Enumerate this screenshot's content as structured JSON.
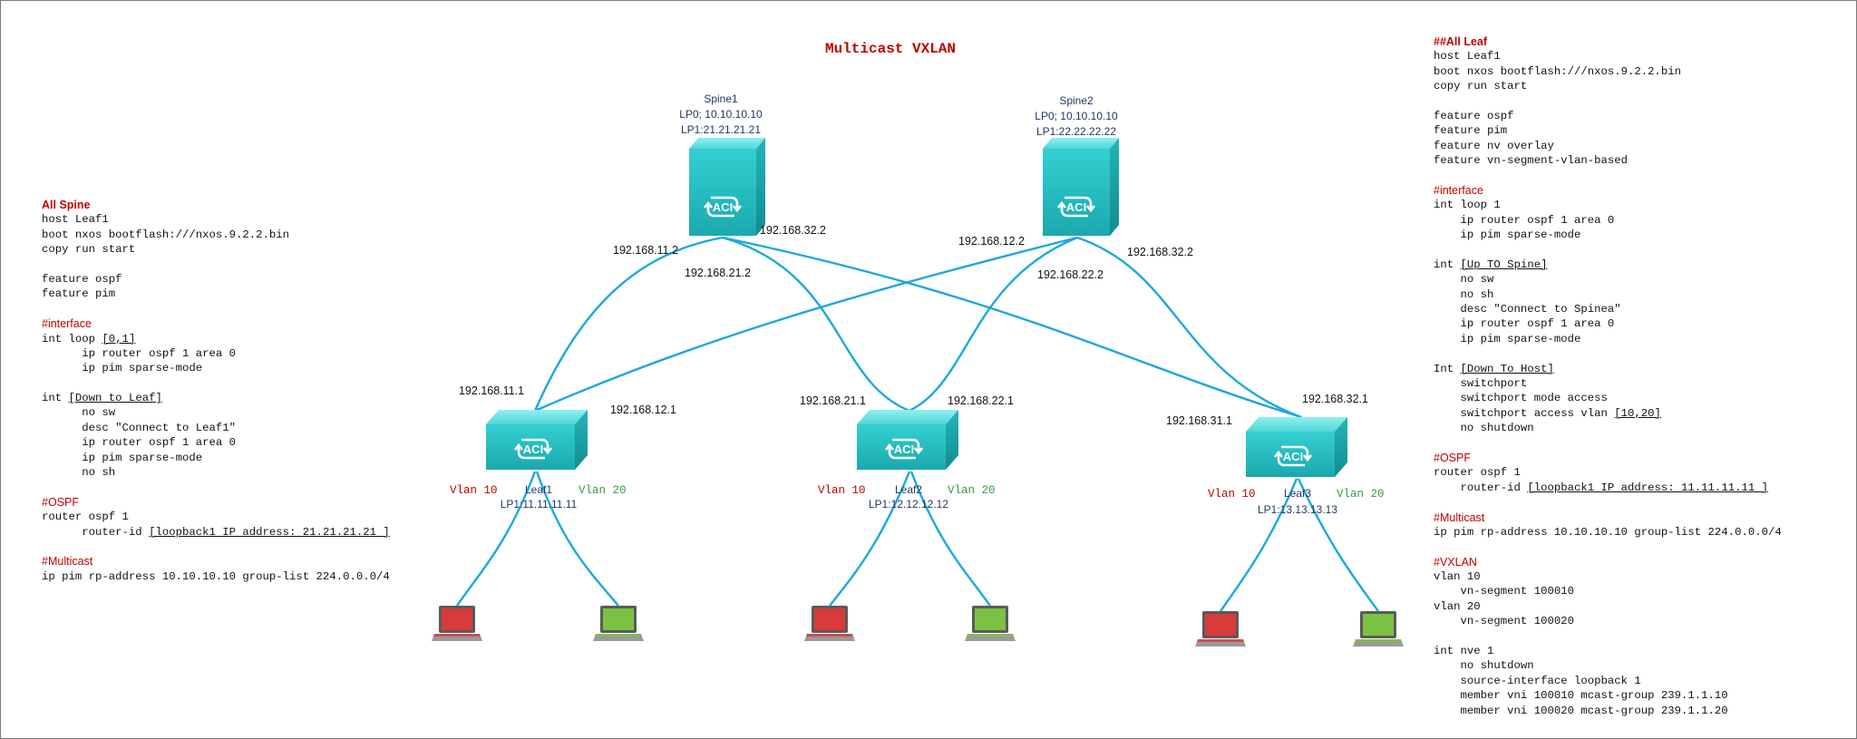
{
  "title": "Multicast VXLAN",
  "spines": [
    {
      "name": "Spine1",
      "lp0": "LP0; 10.10.10.10",
      "lp1": "LP1:21.21.21.21"
    },
    {
      "name": "Spine2",
      "lp0": "LP0; 10.10.10.10",
      "lp1": "LP1:22.22.22.22"
    }
  ],
  "leaves": [
    {
      "name": "Leaf1",
      "lp1": "LP1:11.11.11.11",
      "vlan_a": "Vlan 10",
      "vlan_b": "Vlan 20"
    },
    {
      "name": "Leaf2",
      "lp1": "LP1:12.12.12.12",
      "vlan_a": "Vlan 10",
      "vlan_b": "Vlan 20"
    },
    {
      "name": "Leaf3",
      "lp1": "LP1:13.13.13.13",
      "vlan_a": "Vlan 10",
      "vlan_b": "Vlan 20"
    }
  ],
  "device_icon_text": "ACI",
  "link_ips": {
    "s1_l1": "192.168.11.2",
    "s1_l2": "192.168.21.2",
    "s1_l3": "192.168.32.2",
    "s2_l1": "192.168.12.2",
    "s2_l2": "192.168.22.2",
    "s2_l3": "192.168.32.2",
    "l1_s1": "192.168.11.1",
    "l1_s2": "192.168.12.1",
    "l2_s1": "192.168.21.1",
    "l2_s2": "192.168.22.1",
    "l3_s1": "192.168.31.1",
    "l3_s2": "192.168.32.1"
  },
  "colors": {
    "link": "#1ca8dd",
    "device": "#2ec7c9",
    "host_red": "#d93a3a",
    "host_green": "#7cc242",
    "heading": "#c00000"
  },
  "config_spine": {
    "lines": [
      {
        "t": "All Spine",
        "s": "hd"
      },
      {
        "t": "host Leaf1"
      },
      {
        "t": "boot nxos bootflash:///nxos.9.2.2.bin"
      },
      {
        "t": "copy run start"
      },
      {
        "t": ""
      },
      {
        "t": "feature ospf"
      },
      {
        "t": "feature pim"
      },
      {
        "t": ""
      },
      {
        "t": "#interface",
        "s": "cm"
      },
      {
        "t": "int loop ",
        "u": "[0,1]"
      },
      {
        "t": "      ip router ospf 1 area 0"
      },
      {
        "t": "      ip pim sparse-mode"
      },
      {
        "t": ""
      },
      {
        "t": "int ",
        "u": "[Down to Leaf]"
      },
      {
        "t": "      no sw"
      },
      {
        "t": "      desc \"Connect to Leaf1\""
      },
      {
        "t": "      ip router ospf 1 area 0"
      },
      {
        "t": "      ip pim sparse-mode"
      },
      {
        "t": "      no sh"
      },
      {
        "t": ""
      },
      {
        "t": "#OSPF",
        "s": "cm"
      },
      {
        "t": "router ospf 1"
      },
      {
        "t": "      router-id ",
        "u": "[loopback1 IP address: 21.21.21.21 ]"
      },
      {
        "t": ""
      },
      {
        "t": "#Multicast",
        "s": "cm"
      },
      {
        "t": "ip pim rp-address 10.10.10.10 group-list 224.0.0.0/4"
      }
    ]
  },
  "config_leaf": {
    "lines": [
      {
        "t": "##All Leaf",
        "s": "hd"
      },
      {
        "t": "host Leaf1"
      },
      {
        "t": "boot nxos bootflash:///nxos.9.2.2.bin"
      },
      {
        "t": "copy run start"
      },
      {
        "t": ""
      },
      {
        "t": "feature ospf"
      },
      {
        "t": "feature pim"
      },
      {
        "t": "feature nv overlay"
      },
      {
        "t": "feature vn-segment-vlan-based"
      },
      {
        "t": ""
      },
      {
        "t": "#interface",
        "s": "cm"
      },
      {
        "t": "int loop 1"
      },
      {
        "t": "    ip router ospf 1 area 0"
      },
      {
        "t": "    ip pim sparse-mode"
      },
      {
        "t": ""
      },
      {
        "t": "int ",
        "u": "[Up TO Spine]"
      },
      {
        "t": "    no sw"
      },
      {
        "t": "    no sh"
      },
      {
        "t": "    desc \"Connect to Spinea\""
      },
      {
        "t": "    ip router ospf 1 area 0"
      },
      {
        "t": "    ip pim sparse-mode"
      },
      {
        "t": ""
      },
      {
        "t": "Int ",
        "u": "[Down To Host]"
      },
      {
        "t": "    switchport"
      },
      {
        "t": "    switchport mode access"
      },
      {
        "t": "    switchport access vlan ",
        "u": "[10,20]"
      },
      {
        "t": "    no shutdown"
      },
      {
        "t": ""
      },
      {
        "t": "#OSPF",
        "s": "cm"
      },
      {
        "t": "router ospf 1"
      },
      {
        "t": "    router-id ",
        "u": "[loopback1 IP address: 11.11.11.11 ]"
      },
      {
        "t": ""
      },
      {
        "t": "#Multicast",
        "s": "cm"
      },
      {
        "t": "ip pim rp-address 10.10.10.10 group-list 224.0.0.0/4"
      },
      {
        "t": ""
      },
      {
        "t": "#VXLAN",
        "s": "cm"
      },
      {
        "t": "vlan 10"
      },
      {
        "t": "    vn-segment 100010"
      },
      {
        "t": "vlan 20"
      },
      {
        "t": "    vn-segment 100020"
      },
      {
        "t": ""
      },
      {
        "t": "int nve 1"
      },
      {
        "t": "    no shutdown"
      },
      {
        "t": "    source-interface loopback 1"
      },
      {
        "t": "    member vni 100010 mcast-group 239.1.1.10"
      },
      {
        "t": "    member vni 100020 mcast-group 239.1.1.20"
      }
    ]
  }
}
